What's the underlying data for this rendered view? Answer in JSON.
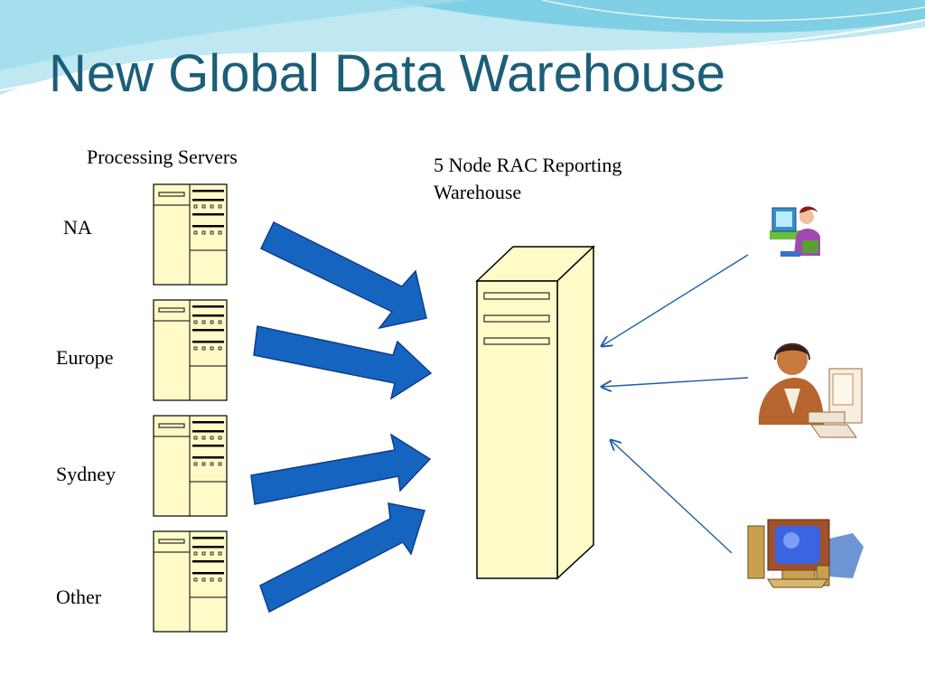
{
  "title": "New Global Data Warehouse",
  "processing_label": "Processing Servers",
  "warehouse_label": [
    "5 Node RAC Reporting",
    "Warehouse"
  ],
  "regions": [
    "NA",
    "Europe",
    "Sydney",
    "Other"
  ],
  "colors": {
    "title": "#1b5e78",
    "arrow_fill": "#1565c0",
    "arrow_stroke": "#0d3f8a",
    "server_fill": "#fffbc8",
    "connector": "#1f5fa8"
  },
  "icons": [
    "woman-at-computer-icon",
    "man-with-headset-icon",
    "desktop-computer-icon"
  ]
}
